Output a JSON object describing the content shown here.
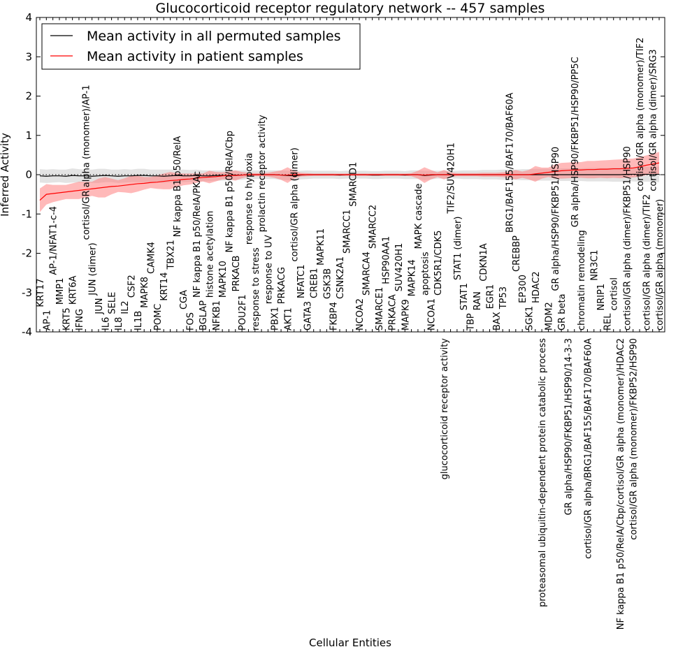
{
  "chart_data": {
    "type": "line",
    "title": "Glucocorticoid receptor regulatory network -- 457 samples",
    "xlabel": "Cellular Entities",
    "ylabel": "Inferred Activity",
    "ylim": [
      -4,
      4
    ],
    "yticks": [
      "-4",
      "-3",
      "-2",
      "-1",
      "0",
      "1",
      "2",
      "3",
      "4"
    ],
    "grid": false,
    "legend_position": "top-left",
    "categories": [
      "KRT17",
      "AP-1",
      "AP-1/NFAT1-c-4",
      "MMP1",
      "KRT5",
      "KRT6A",
      "IFNG",
      "cortisol/GR alpha (monomer)/AP-1",
      "JUN (dimer)",
      "JUN",
      "IL6",
      "SELE",
      "IL8",
      "IL2",
      "CSF2",
      "IL1B",
      "MAPK8",
      "CAMK4",
      "POMC",
      "KRT14",
      "TBX21",
      "NF kappa B1 p50/RelA",
      "CGA",
      "FOS",
      "NF kappa B1 p50/RelA/PKAc",
      "BGLAP",
      "histone acetylation",
      "NFKB1",
      "MAPK10",
      "NF kappa B1 p50/RelA/Cbp",
      "PRKACB",
      "POU2F1",
      "response to hypoxia",
      "response to stress",
      "prolactin receptor activity",
      "response to UV",
      "PBX1",
      "PRKACG",
      "AKT1",
      "cortisol/GR alpha (dimer)",
      "NFATC1",
      "GATA3",
      "CREB1",
      "MAPK11",
      "GSK3B",
      "FKBP4",
      "CSNK2A1",
      "SMARCC1",
      "SMARCD1",
      "NCOA2",
      "SMARCA4",
      "SMARCC2",
      "SMARCE1",
      "HSP90AA1",
      "PRKACA",
      "SUV420H1",
      "MAPK9",
      "MAPK14",
      "MAPK cascade",
      "apoptosis",
      "NCOA1",
      "CDK5R1/CDK5",
      "glucocorticoid receptor activity",
      "TIF2/SUV420H1",
      "STAT1 (dimer)",
      "STAT1",
      "TBP",
      "RAN",
      "CDKN1A",
      "EGR1",
      "BAX",
      "TP53",
      "BRG1/BAF155/BAF170/BAF60A",
      "CREBBP",
      "EP300",
      "SGK1",
      "HDAC2",
      "proteasomal ubiquitin-dependent protein catabolic process",
      "MDM2",
      "GR alpha/HSP90/FKBP51/HSP90",
      "GR beta",
      "GR alpha/HSP90/FKBP51/HSP90/14-3-3",
      "GR alpha/HSP90/FKBP51/HSP90/PP5C",
      "chromatin remodeling",
      "cortisol/GR alpha/BRG1/BAF155/BAF170/BAF60A",
      "NR3C1",
      "NRIP1",
      "REL",
      "cortisol",
      "NF kappa B1 p50/RelA/Cbp/cortisol/GR alpha (monomer)/HDAC2",
      "cortisol/GR alpha (dimer)/FKBP51/HSP90",
      "cortisol/GR alpha (monomer)/FKBP52/HSP90",
      "cortisol/GR alpha (monomer)/TIF2",
      "cortisol/GR alpha (dimer)/TIF2",
      "cortisol/GR alpha (dimer)/SRG3",
      "cortisol/GR alpha (monomer)"
    ],
    "series": [
      {
        "name": "Mean activity in all permuted samples",
        "color": "#000000",
        "band_color": "#cccccc",
        "values": [
          -0.03,
          -0.04,
          -0.03,
          -0.03,
          -0.04,
          -0.02,
          -0.03,
          -0.03,
          -0.04,
          -0.03,
          -0.02,
          -0.03,
          -0.04,
          -0.03,
          -0.03,
          -0.02,
          -0.02,
          -0.03,
          -0.03,
          -0.04,
          -0.03,
          -0.02,
          -0.03,
          -0.03,
          -0.02,
          -0.03,
          -0.03,
          -0.02,
          -0.02,
          -0.02,
          -0.01,
          -0.01,
          0,
          0,
          0,
          0,
          0,
          -0.01,
          -0.02,
          -0.03,
          -0.01,
          0,
          0,
          0,
          0,
          0,
          -0.01,
          0,
          0,
          0,
          0,
          -0.01,
          -0.01,
          0,
          0,
          0,
          -0.01,
          0,
          0,
          -0.02,
          -0.01,
          0,
          0,
          0,
          0,
          0,
          0,
          0,
          0,
          0,
          0,
          0,
          0,
          0,
          0,
          0,
          0,
          0,
          0,
          0,
          0,
          0,
          0,
          0,
          0,
          0,
          0,
          0,
          0,
          0,
          0.01,
          0.01,
          0.01,
          0.01,
          0.01,
          0.01
        ],
        "band_halfwidth": [
          0.17,
          0.17,
          0.17,
          0.16,
          0.17,
          0.18,
          0.17,
          0.16,
          0.17,
          0.18,
          0.17,
          0.16,
          0.17,
          0.17,
          0.16,
          0.17,
          0.17,
          0.16,
          0.16,
          0.17,
          0.16,
          0.15,
          0.16,
          0.15,
          0.15,
          0.14,
          0.14,
          0.13,
          0.13,
          0.12,
          0.12,
          0.12,
          0.11,
          0.11,
          0.11,
          0.11,
          0.11,
          0.12,
          0.12,
          0.13,
          0.11,
          0.11,
          0.1,
          0.1,
          0.1,
          0.1,
          0.1,
          0.1,
          0.1,
          0.1,
          0.1,
          0.1,
          0.1,
          0.1,
          0.1,
          0.1,
          0.1,
          0.11,
          0.11,
          0.12,
          0.11,
          0.1,
          0.1,
          0.1,
          0.1,
          0.11,
          0.11,
          0.11,
          0.12,
          0.12,
          0.12,
          0.13,
          0.13,
          0.13,
          0.14,
          0.14,
          0.15,
          0.15,
          0.15,
          0.15,
          0.16,
          0.16,
          0.16,
          0.16,
          0.17,
          0.17,
          0.17,
          0.17,
          0.18,
          0.18,
          0.18,
          0.18,
          0.19,
          0.19,
          0.19,
          0.2
        ]
      },
      {
        "name": "Mean activity in patient samples",
        "color": "#ff0000",
        "band_color": "#ff8080",
        "values": [
          -0.65,
          -0.5,
          -0.48,
          -0.46,
          -0.44,
          -0.42,
          -0.4,
          -0.38,
          -0.36,
          -0.34,
          -0.32,
          -0.3,
          -0.29,
          -0.27,
          -0.25,
          -0.23,
          -0.22,
          -0.2,
          -0.19,
          -0.17,
          -0.15,
          -0.14,
          -0.12,
          -0.11,
          -0.09,
          -0.07,
          -0.06,
          -0.05,
          -0.03,
          -0.02,
          -0.02,
          -0.01,
          0,
          0,
          0,
          0,
          0,
          -0.01,
          -0.01,
          0,
          0,
          0,
          0,
          0,
          0,
          0,
          0,
          0,
          0,
          0,
          0,
          0,
          0,
          0,
          0,
          0,
          0,
          0,
          0,
          -0.01,
          0,
          0,
          0,
          0,
          0,
          0,
          0,
          0,
          0,
          0,
          0,
          0,
          0,
          0,
          0,
          0,
          0.02,
          0.04,
          0.06,
          0.08,
          0.1,
          0.11,
          0.12,
          0.12,
          0.13,
          0.13,
          0.14,
          0.14,
          0.15,
          0.15,
          0.16,
          0.17,
          0.2,
          0.24,
          0.27,
          0.3
        ],
        "band_halfwidth": [
          0.3,
          0.26,
          0.22,
          0.2,
          0.18,
          0.2,
          0.22,
          0.2,
          0.18,
          0.24,
          0.26,
          0.2,
          0.15,
          0.18,
          0.22,
          0.2,
          0.16,
          0.14,
          0.17,
          0.2,
          0.22,
          0.18,
          0.15,
          0.14,
          0.12,
          0.1,
          0.16,
          0.12,
          0.09,
          0.1,
          0.13,
          0.08,
          0.05,
          0.04,
          0.04,
          0.05,
          0.08,
          0.12,
          0.2,
          0.1,
          0.05,
          0.04,
          0.03,
          0.03,
          0.03,
          0.03,
          0.03,
          0.03,
          0.03,
          0.03,
          0.03,
          0.03,
          0.03,
          0.03,
          0.03,
          0.03,
          0.03,
          0.04,
          0.1,
          0.2,
          0.12,
          0.06,
          0.12,
          0.06,
          0.04,
          0.04,
          0.04,
          0.04,
          0.05,
          0.05,
          0.05,
          0.06,
          0.08,
          0.12,
          0.08,
          0.12,
          0.2,
          0.14,
          0.12,
          0.18,
          0.2,
          0.2,
          0.2,
          0.2,
          0.22,
          0.22,
          0.22,
          0.23,
          0.23,
          0.24,
          0.24,
          0.24,
          0.25,
          0.25,
          0.26,
          0.28
        ]
      }
    ]
  }
}
